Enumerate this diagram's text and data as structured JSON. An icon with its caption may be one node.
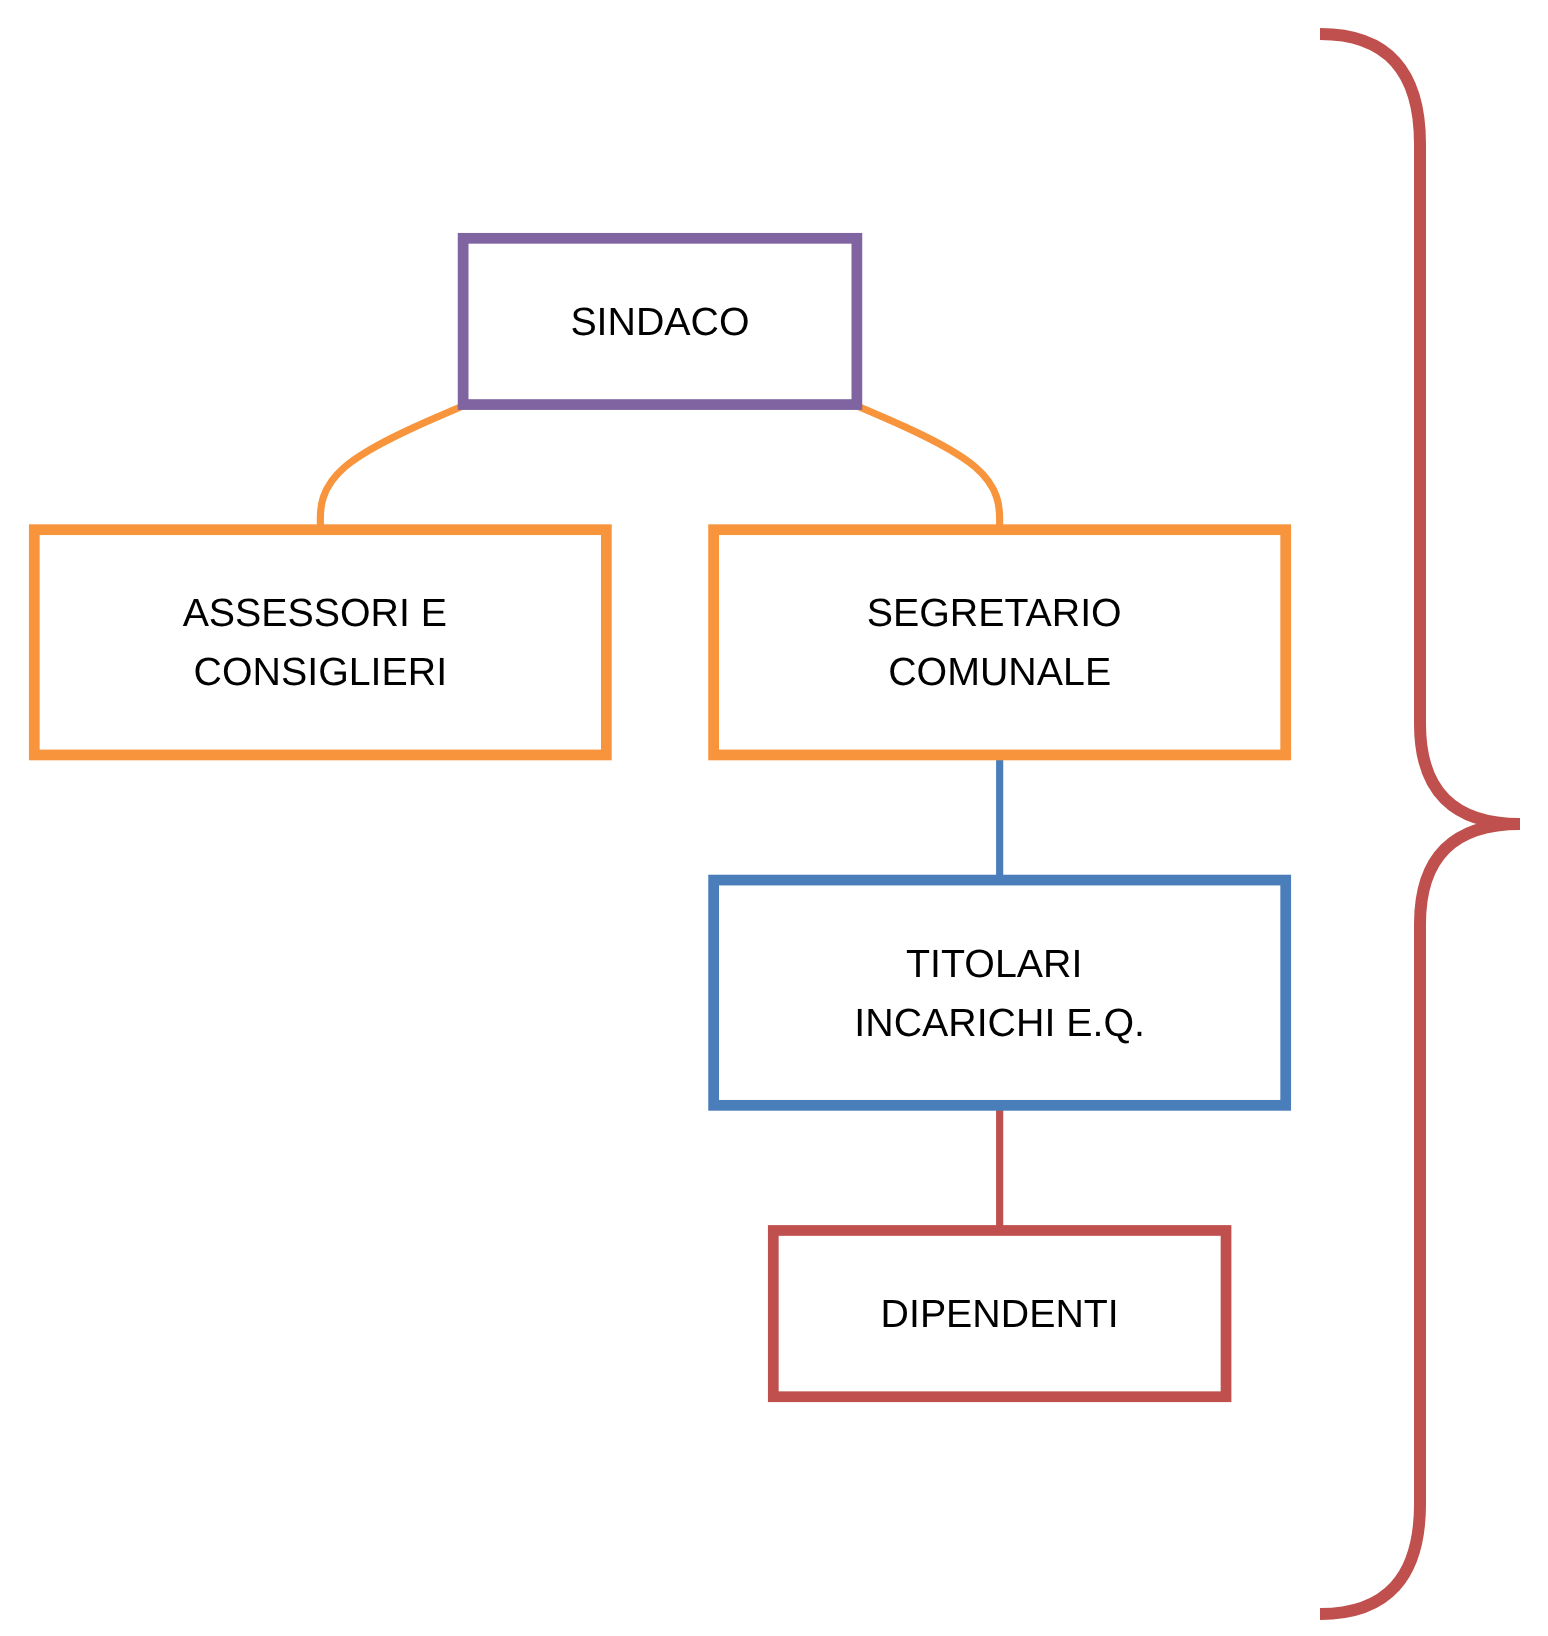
{
  "diagram": {
    "nodes": [
      {
        "text": [
          "SINDACO"
        ]
      },
      {
        "text": [
          "ASSESSORI E CONSIGLIERI"
        ]
      },
      {
        "text": [
          "SEGRETARIO COMUNALE"
        ]
      },
      {
        "text": [
          "TITOLARI INCARICHI E.Q."
        ]
      },
      {
        "text": [
          "DIPENDENTI"
        ]
      }
    ],
    "edges": [
      {
        "from": 0,
        "to": 1,
        "arrow": "none",
        "color": "#f7943c"
      },
      {
        "from": 0,
        "to": 2,
        "arrow": "none",
        "color": "#f7943c"
      },
      {
        "from": 2,
        "to": 3,
        "arrow": "none",
        "color": "#4a7ebb"
      },
      {
        "from": 3,
        "to": 4,
        "arrow": "none",
        "color": "#c0504d"
      }
    ]
  }
}
